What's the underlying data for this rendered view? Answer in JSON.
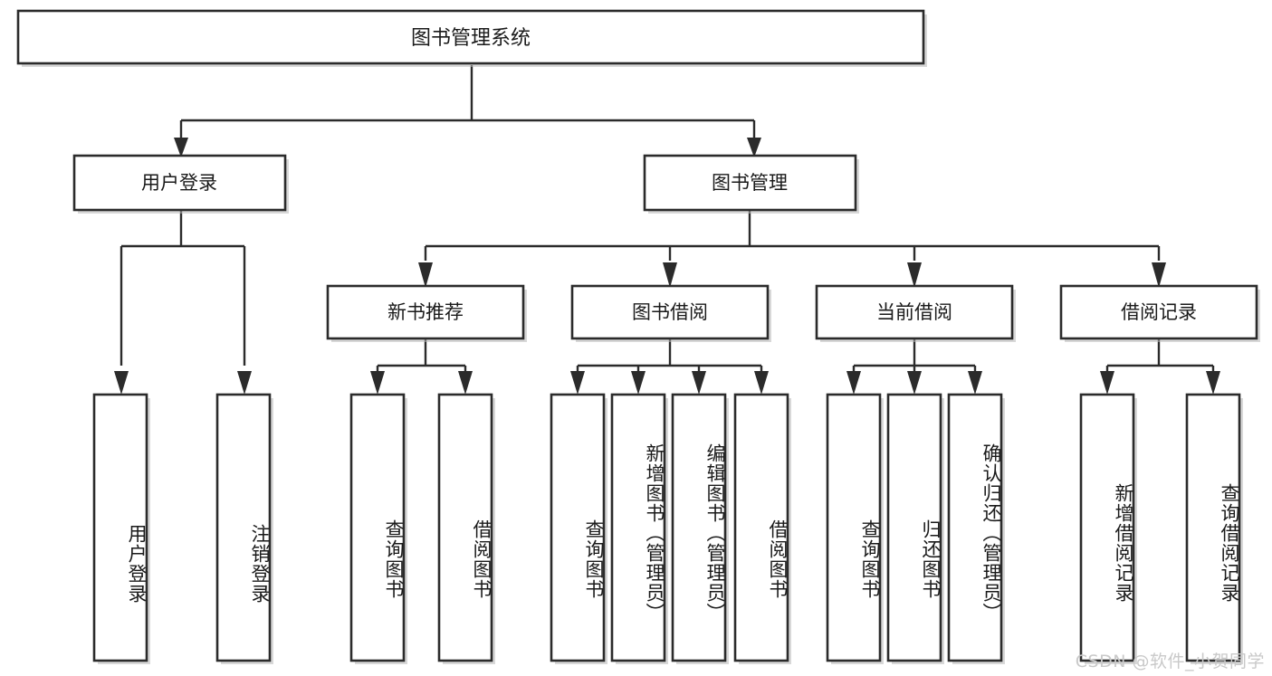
{
  "diagram": {
    "type": "tree-hierarchy-function-structure",
    "title": "图书管理系统",
    "orientation": "top-down",
    "levels": 4,
    "colors": {
      "box_stroke": "#2b2b2b",
      "box_fill": "#ffffff",
      "edge": "#2b2b2b",
      "text": "#1a1a1a",
      "background": "#ffffff",
      "watermark": "#c9c9c9"
    },
    "root": {
      "id": "root",
      "label": "图书管理系统"
    },
    "level2": [
      {
        "id": "user-login",
        "label": "用户登录"
      },
      {
        "id": "book-manage",
        "label": "图书管理"
      }
    ],
    "level3": [
      {
        "id": "new-book-recommend",
        "label": "新书推荐",
        "parent": "book-manage"
      },
      {
        "id": "book-borrow",
        "label": "图书借阅",
        "parent": "book-manage"
      },
      {
        "id": "current-borrow",
        "label": "当前借阅",
        "parent": "book-manage"
      },
      {
        "id": "borrow-record",
        "label": "借阅记录",
        "parent": "book-manage"
      }
    ],
    "leaves": [
      {
        "id": "leaf-user-login",
        "label": "用户登录",
        "parent": "user-login"
      },
      {
        "id": "leaf-logout-login",
        "label": "注销登录",
        "parent": "user-login"
      },
      {
        "id": "leaf-query-book-1",
        "label": "查询图书",
        "parent": "new-book-recommend"
      },
      {
        "id": "leaf-borrow-book-1",
        "label": "借阅图书",
        "parent": "new-book-recommend"
      },
      {
        "id": "leaf-query-book-2",
        "label": "查询图书",
        "parent": "book-borrow"
      },
      {
        "id": "leaf-add-book",
        "label": "新增图书（管理员）",
        "parent": "book-borrow"
      },
      {
        "id": "leaf-edit-book",
        "label": "编辑图书（管理员）",
        "parent": "book-borrow"
      },
      {
        "id": "leaf-borrow-book-2",
        "label": "借阅图书",
        "parent": "book-borrow"
      },
      {
        "id": "leaf-query-book-3",
        "label": "查询图书",
        "parent": "current-borrow"
      },
      {
        "id": "leaf-return-book",
        "label": "归还图书",
        "parent": "current-borrow"
      },
      {
        "id": "leaf-confirm-return",
        "label": "确认归还（管理员）",
        "parent": "current-borrow"
      },
      {
        "id": "leaf-add-record",
        "label": "新增借阅记录",
        "parent": "borrow-record"
      },
      {
        "id": "leaf-query-record",
        "label": "查询借阅记录",
        "parent": "borrow-record"
      }
    ],
    "watermark": "CSDN @软件_小贺同学"
  }
}
